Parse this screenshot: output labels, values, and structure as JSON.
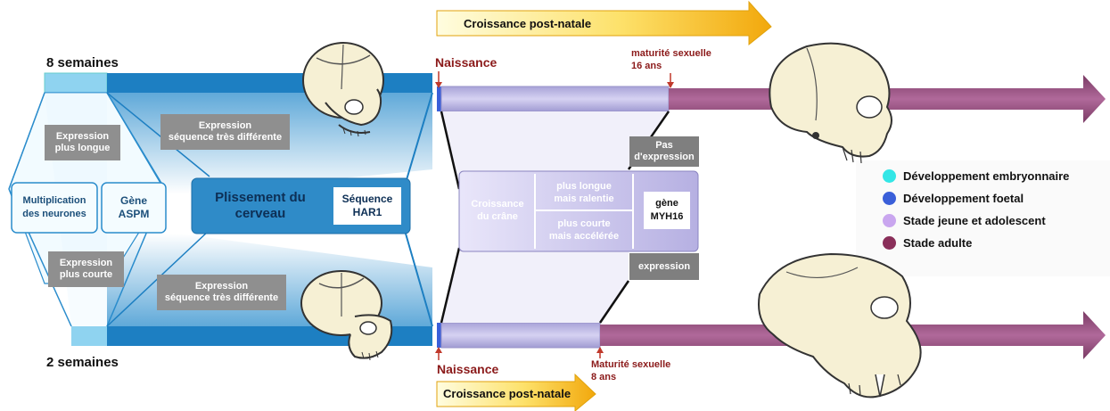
{
  "left": {
    "top_age": "8 semaines",
    "bottom_age": "2 semaines",
    "expr_long": "Expression\nplus longue",
    "expr_short": "Expression\nplus courte",
    "multiplication": "Multiplication\ndes neurones",
    "gene_aspm": "Gène\nASPM",
    "plissement": "Plissement du\ncerveau",
    "seq_har1": "Séquence\nHAR1",
    "expr_seq_top": "Expression\nséquence très différente",
    "expr_seq_bottom": "Expression\nséquence très différente"
  },
  "right": {
    "arrow_top": "Croissance post-natale",
    "arrow_bottom": "Croissance post-natale",
    "naissance_top": "Naissance",
    "naissance_bottom": "Naissance",
    "maturite_top": "maturité sexuelle\n16 ans",
    "maturite_bottom": "Maturité sexuelle\n8 ans",
    "pas_expression": "Pas\nd'expression",
    "expression": "expression",
    "croissance_crane": "Croissance\ndu crâne",
    "plus_longue": "plus longue\nmais ralentie",
    "plus_courte": "plus courte\nmais accélérée",
    "gene_myh16": "gène\nMYH16"
  },
  "legend": [
    {
      "label": "Développement embryonnaire",
      "color": "#33e6e6"
    },
    {
      "label": "Développement foetal",
      "color": "#3a5fd9"
    },
    {
      "label": "Stade jeune et adolescent",
      "color": "#c9a6ef"
    },
    {
      "label": "Stade adulte",
      "color": "#8a2f5a"
    }
  ]
}
